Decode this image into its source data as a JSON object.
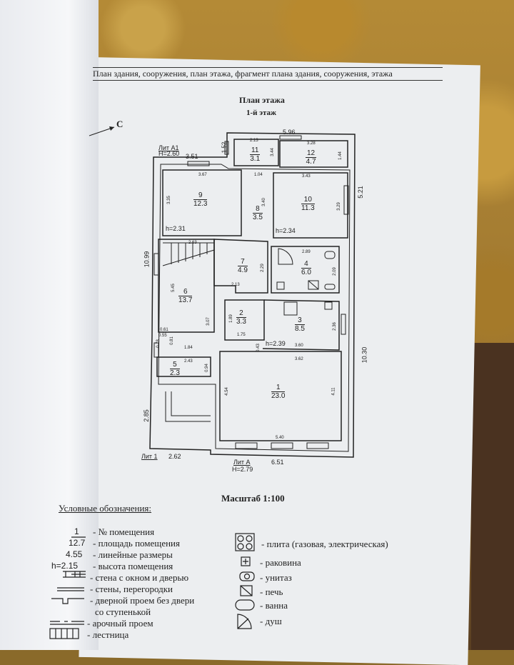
{
  "header": "План здания, сооружения, план этажа, фрагмент плана здания, сооружения, этажа",
  "title": "План этажа",
  "floor": "1-й этаж",
  "north_label": "С",
  "lit_a1": {
    "name": "Лит А1",
    "height": "H=2.60"
  },
  "lit_a": {
    "name": "Лит А",
    "height": "H=2.79"
  },
  "lit_1": {
    "name": "Лит 1"
  },
  "rooms": [
    {
      "no": "1",
      "area": "23.0"
    },
    {
      "no": "2",
      "area": "3.3"
    },
    {
      "no": "3",
      "area": "8.5"
    },
    {
      "no": "4",
      "area": "6.0"
    },
    {
      "no": "5",
      "area": "2.3"
    },
    {
      "no": "6",
      "area": "13.7"
    },
    {
      "no": "7",
      "area": "4.9"
    },
    {
      "no": "8",
      "area": "3.5"
    },
    {
      "no": "9",
      "area": "12.3"
    },
    {
      "no": "10",
      "area": "11.3"
    },
    {
      "no": "11",
      "area": "3.1"
    },
    {
      "no": "12",
      "area": "4.7"
    }
  ],
  "heights": [
    "h=2.31",
    "h=2.34",
    "h=2.39"
  ],
  "dims": [
    "5.96",
    "1.52",
    "2.13",
    "3.28",
    "3.44",
    "1.44",
    "3.51",
    "3.67",
    "1.04",
    "3.43",
    "5.21",
    "3.35",
    "3.40",
    "3.29",
    "10.99",
    "2.63",
    "2.89",
    "2.29",
    "2.09",
    "5.45",
    "2.13",
    "3.07",
    "1.89",
    "1.75",
    "2.36",
    "0.43",
    "3.60",
    "3.62",
    "10.30",
    "0.61",
    "0.55",
    "0.78",
    "0.81",
    "1.84",
    "2.43",
    "0.94",
    "4.54",
    "4.11",
    "2.85",
    "5.40",
    "2.62",
    "6.51"
  ],
  "scale": "Масштаб 1:100",
  "legend": {
    "title": "Условные обозначения:",
    "sample_no": "1",
    "sample_area": "12.7",
    "sample_dim": "4.55",
    "sample_h": "h=2.15",
    "left": [
      "- № помещения",
      "- площадь помещения",
      "- линейные размеры",
      "- высота помещения",
      "- стена с окном и дверью",
      "- стены, перегородки",
      "- дверной проем без двери",
      "со ступенькой",
      "- арочный проем",
      "- лестница"
    ],
    "right": [
      "- плита (газовая, электрическая)",
      "- раковина",
      "- унитаз",
      "- печь",
      "- ванна",
      "- душ"
    ]
  }
}
